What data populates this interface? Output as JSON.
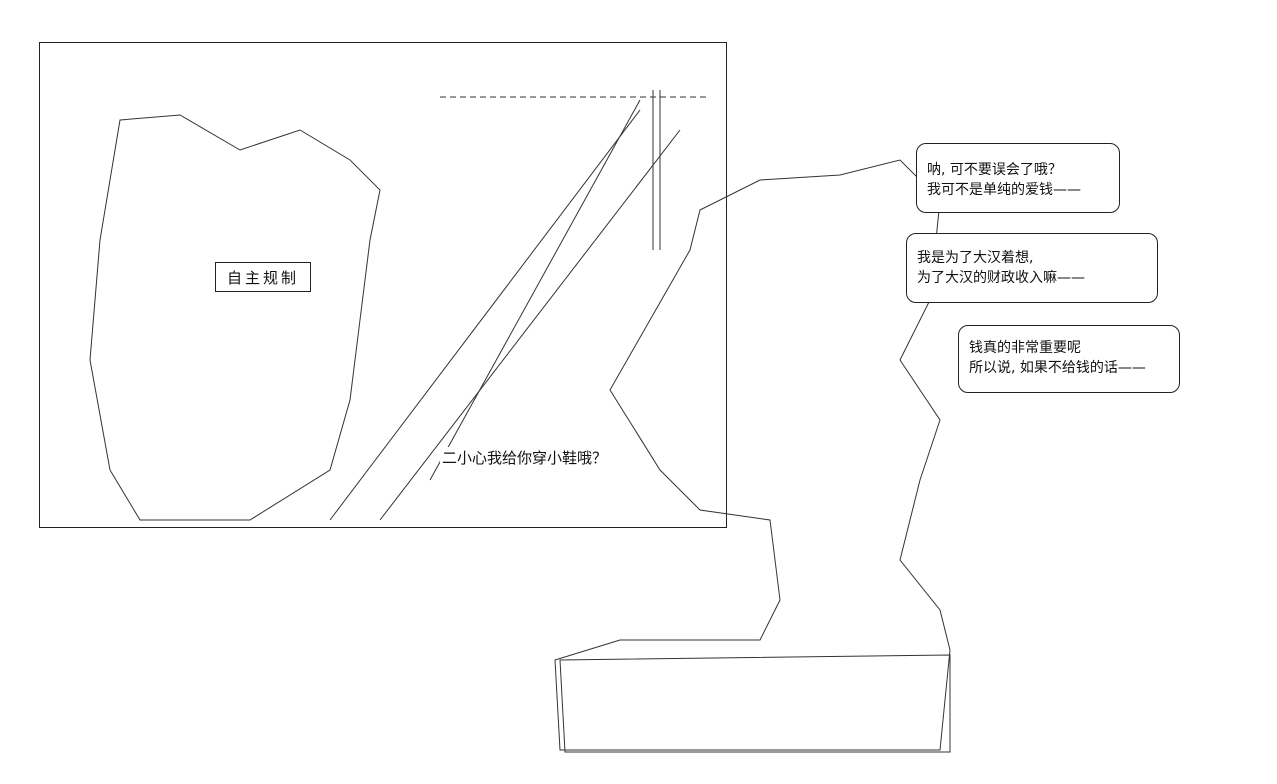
{
  "scene": {
    "label_box_text": "自主规制",
    "shout_text": "二小心我给你穿小鞋哦？",
    "bubbles": [
      {
        "lines": [
          "呐, 可不要误会了哦？",
          "我可不是单纯的爱钱——"
        ]
      },
      {
        "lines": [
          "我是为了大汉着想,",
          "为了大汉的财政收入嘛——"
        ]
      },
      {
        "lines": [
          "钱真的非常重要呢",
          "所以说, 如果不给钱的话——"
        ]
      }
    ]
  }
}
